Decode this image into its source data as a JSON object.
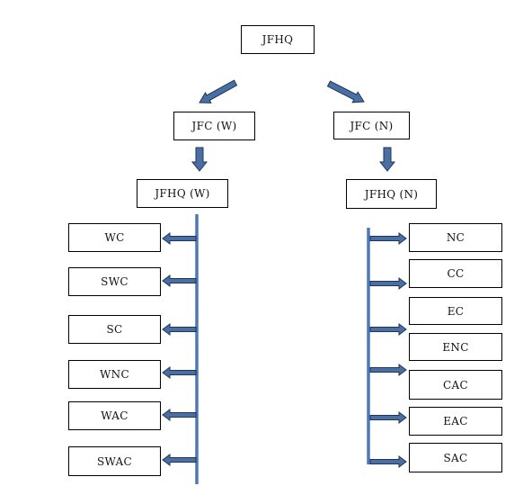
{
  "root": {
    "label": "JFHQ"
  },
  "western": {
    "command": {
      "label": "JFC (W)"
    },
    "hq": {
      "label": "JFHQ (W)"
    },
    "units": [
      {
        "label": "WC"
      },
      {
        "label": "SWC"
      },
      {
        "label": "SC"
      },
      {
        "label": "WNC"
      },
      {
        "label": "WAC"
      },
      {
        "label": "SWAC"
      }
    ]
  },
  "northern": {
    "command": {
      "label": "JFC (N)"
    },
    "hq": {
      "label": "JFHQ (N)"
    },
    "units": [
      {
        "label": "NC"
      },
      {
        "label": "CC"
      },
      {
        "label": "EC"
      },
      {
        "label": "ENC"
      },
      {
        "label": "CAC"
      },
      {
        "label": "EAC"
      },
      {
        "label": "SAC"
      }
    ]
  },
  "colors": {
    "arrow_fill": "#4a6fa5",
    "arrow_outline": "#1f3556",
    "bus_line": "#4f79b6",
    "box_border": "#000000"
  }
}
